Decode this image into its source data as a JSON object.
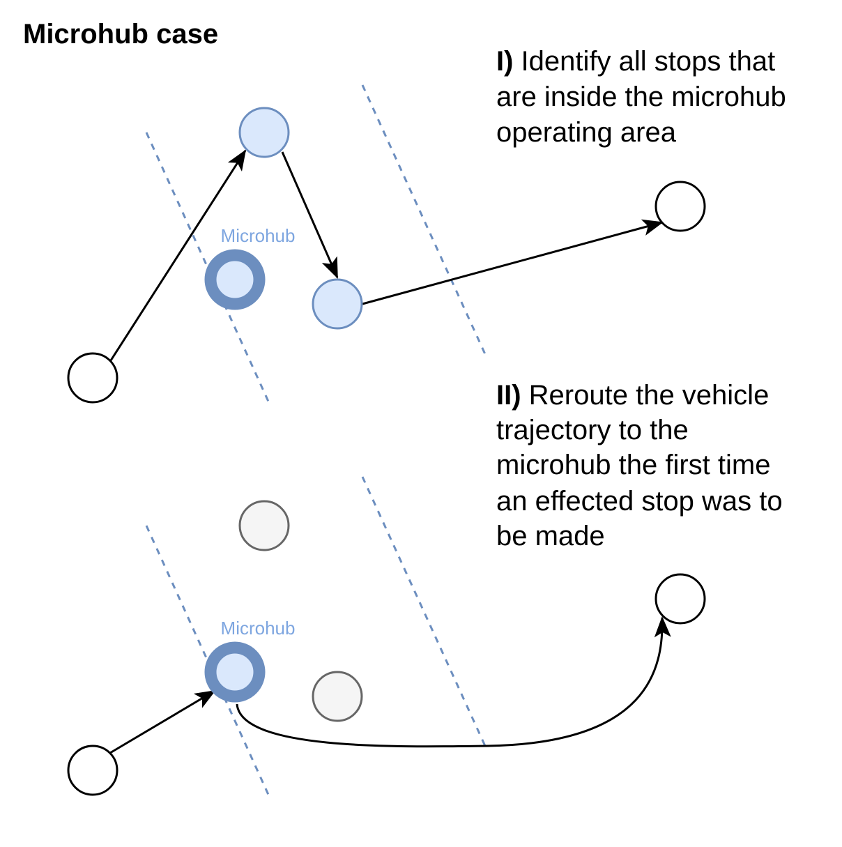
{
  "title": "Microhub case",
  "hub_label": "Microhub",
  "steps": [
    {
      "number": "I)",
      "lines": [
        " Identify all stops that",
        "are inside the microhub",
        "operating area"
      ]
    },
    {
      "number": "II)",
      "lines": [
        " Reroute the vehicle",
        "trajectory to the",
        "microhub the first time",
        "an effected stop was to",
        "be made"
      ]
    }
  ],
  "colors": {
    "hub_ring": "#6c8ebf",
    "hub_fill": "#dae8fc",
    "stop_affected_fill": "#dae8fc",
    "stop_affected_stroke": "#6c8ebf",
    "stop_removed_fill": "#f5f5f5",
    "stop_removed_stroke": "#666666",
    "stop_plain_fill": "#ffffff",
    "stop_plain_stroke": "#000000",
    "boundary": "#6c8ebf",
    "hub_label": "#7ea6e0",
    "route": "#000000"
  }
}
